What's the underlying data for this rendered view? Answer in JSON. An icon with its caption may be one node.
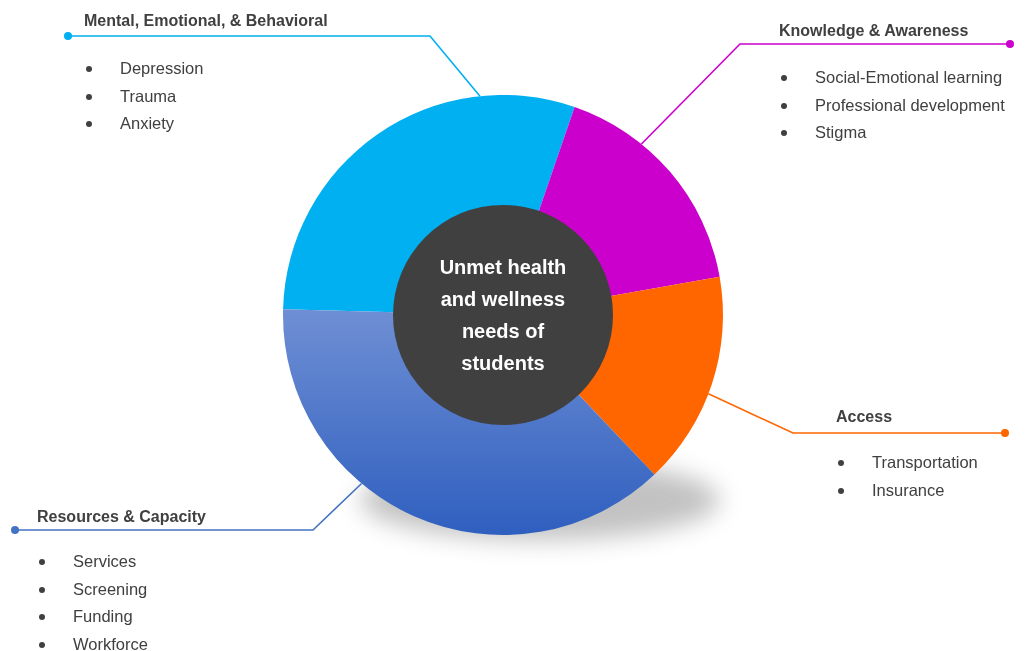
{
  "diagram": {
    "nodes": [
      {
        "text": [
          "Unmet health and wellness needs of students"
        ]
      },
      {
        "text": [],
        "shape": "segment"
      },
      {
        "text": [],
        "shape": "segment"
      },
      {
        "text": [],
        "shape": "segment"
      },
      {
        "text": [],
        "shape": "segment"
      },
      {
        "text": [
          "Mental, Emotional, & Behavioral",
          "Depression",
          "Trauma",
          "Anxiety"
        ]
      },
      {
        "text": [
          "Knowledge & Awareness",
          "Social-Emotional learning",
          "Professional development",
          "Stigma"
        ]
      },
      {
        "text": [
          "Access",
          "Transportation",
          "Insurance"
        ]
      },
      {
        "text": [
          "Resources & Capacity",
          "Services",
          "Screening",
          "Funding",
          "Workforce"
        ]
      }
    ],
    "edges": [
      {
        "from": 5,
        "to": 1,
        "arrow": "other",
        "color": "#00b0f0"
      },
      {
        "from": 6,
        "to": 2,
        "arrow": "other",
        "color": "#cc00cc"
      },
      {
        "from": 7,
        "to": 3,
        "arrow": "other",
        "color": "#ff6600"
      },
      {
        "from": 8,
        "to": 4,
        "arrow": "other",
        "color": "#4472c4"
      }
    ]
  }
}
